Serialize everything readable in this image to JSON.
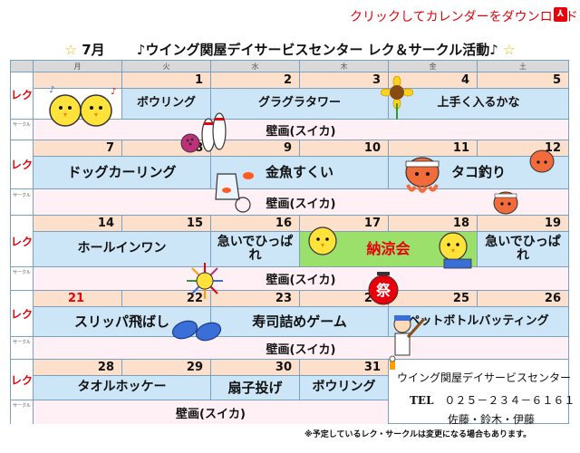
{
  "download": {
    "text": "クリックしてカレンダーをダウンロード",
    "icon": "pdf-icon"
  },
  "title": {
    "month": "7月",
    "text": "♪ウイング関屋デイサービスセンター レク＆サークル活動♪"
  },
  "weekdays": [
    "月",
    "火",
    "水",
    "木",
    "金",
    "土"
  ],
  "row_labels": {
    "rec": "レク",
    "circle": "サークル"
  },
  "weeks": [
    {
      "dates": [
        "",
        "1",
        "2",
        "3",
        "4",
        "5"
      ],
      "circle": "壁画(スイカ)"
    },
    {
      "dates": [
        "7",
        "8",
        "9",
        "10",
        "11",
        "12"
      ],
      "circle": "壁画(スイカ)"
    },
    {
      "dates": [
        "14",
        "15",
        "16",
        "17",
        "18",
        "19"
      ],
      "circle": "壁画(スイカ)"
    },
    {
      "dates": [
        "21",
        "22",
        "23",
        "24",
        "25",
        "26"
      ],
      "circle": "壁画(スイカ)"
    },
    {
      "dates": [
        "28",
        "29",
        "30",
        "31",
        "",
        ""
      ],
      "circle": "壁画(スイカ)"
    }
  ],
  "events": {
    "w1": [
      "ボウリング",
      "グラグラタワー",
      "上手く入るかな"
    ],
    "w2": [
      "ドッグカーリング",
      "金魚すくい",
      "タコ釣り"
    ],
    "w3": [
      "ホールインワン",
      "急いでひっぱれ",
      "納涼会",
      "急いでひっぱれ"
    ],
    "w4": [
      "スリッパ飛ばし",
      "寿司詰めゲーム",
      "ペットボトルバッティング"
    ],
    "w5": [
      "タオルホッケー",
      "扇子投げ",
      "ボウリング"
    ]
  },
  "contact": {
    "name": "ウイング関屋デイサービスセンター",
    "tel_label": "TEL",
    "tel": "０２５－２３４－６１６１",
    "staff": "佐藤・鈴木・伊藤"
  },
  "note": "※予定しているレク・サークルは変更になる場合もあります。",
  "colors": {
    "accent_red": "#e8000b",
    "date_row": "#fde0cc",
    "event_row": "#cce6f7",
    "circle_row": "#fff0f5",
    "highlight": "#9be06a",
    "border": "#7aa0c0"
  }
}
